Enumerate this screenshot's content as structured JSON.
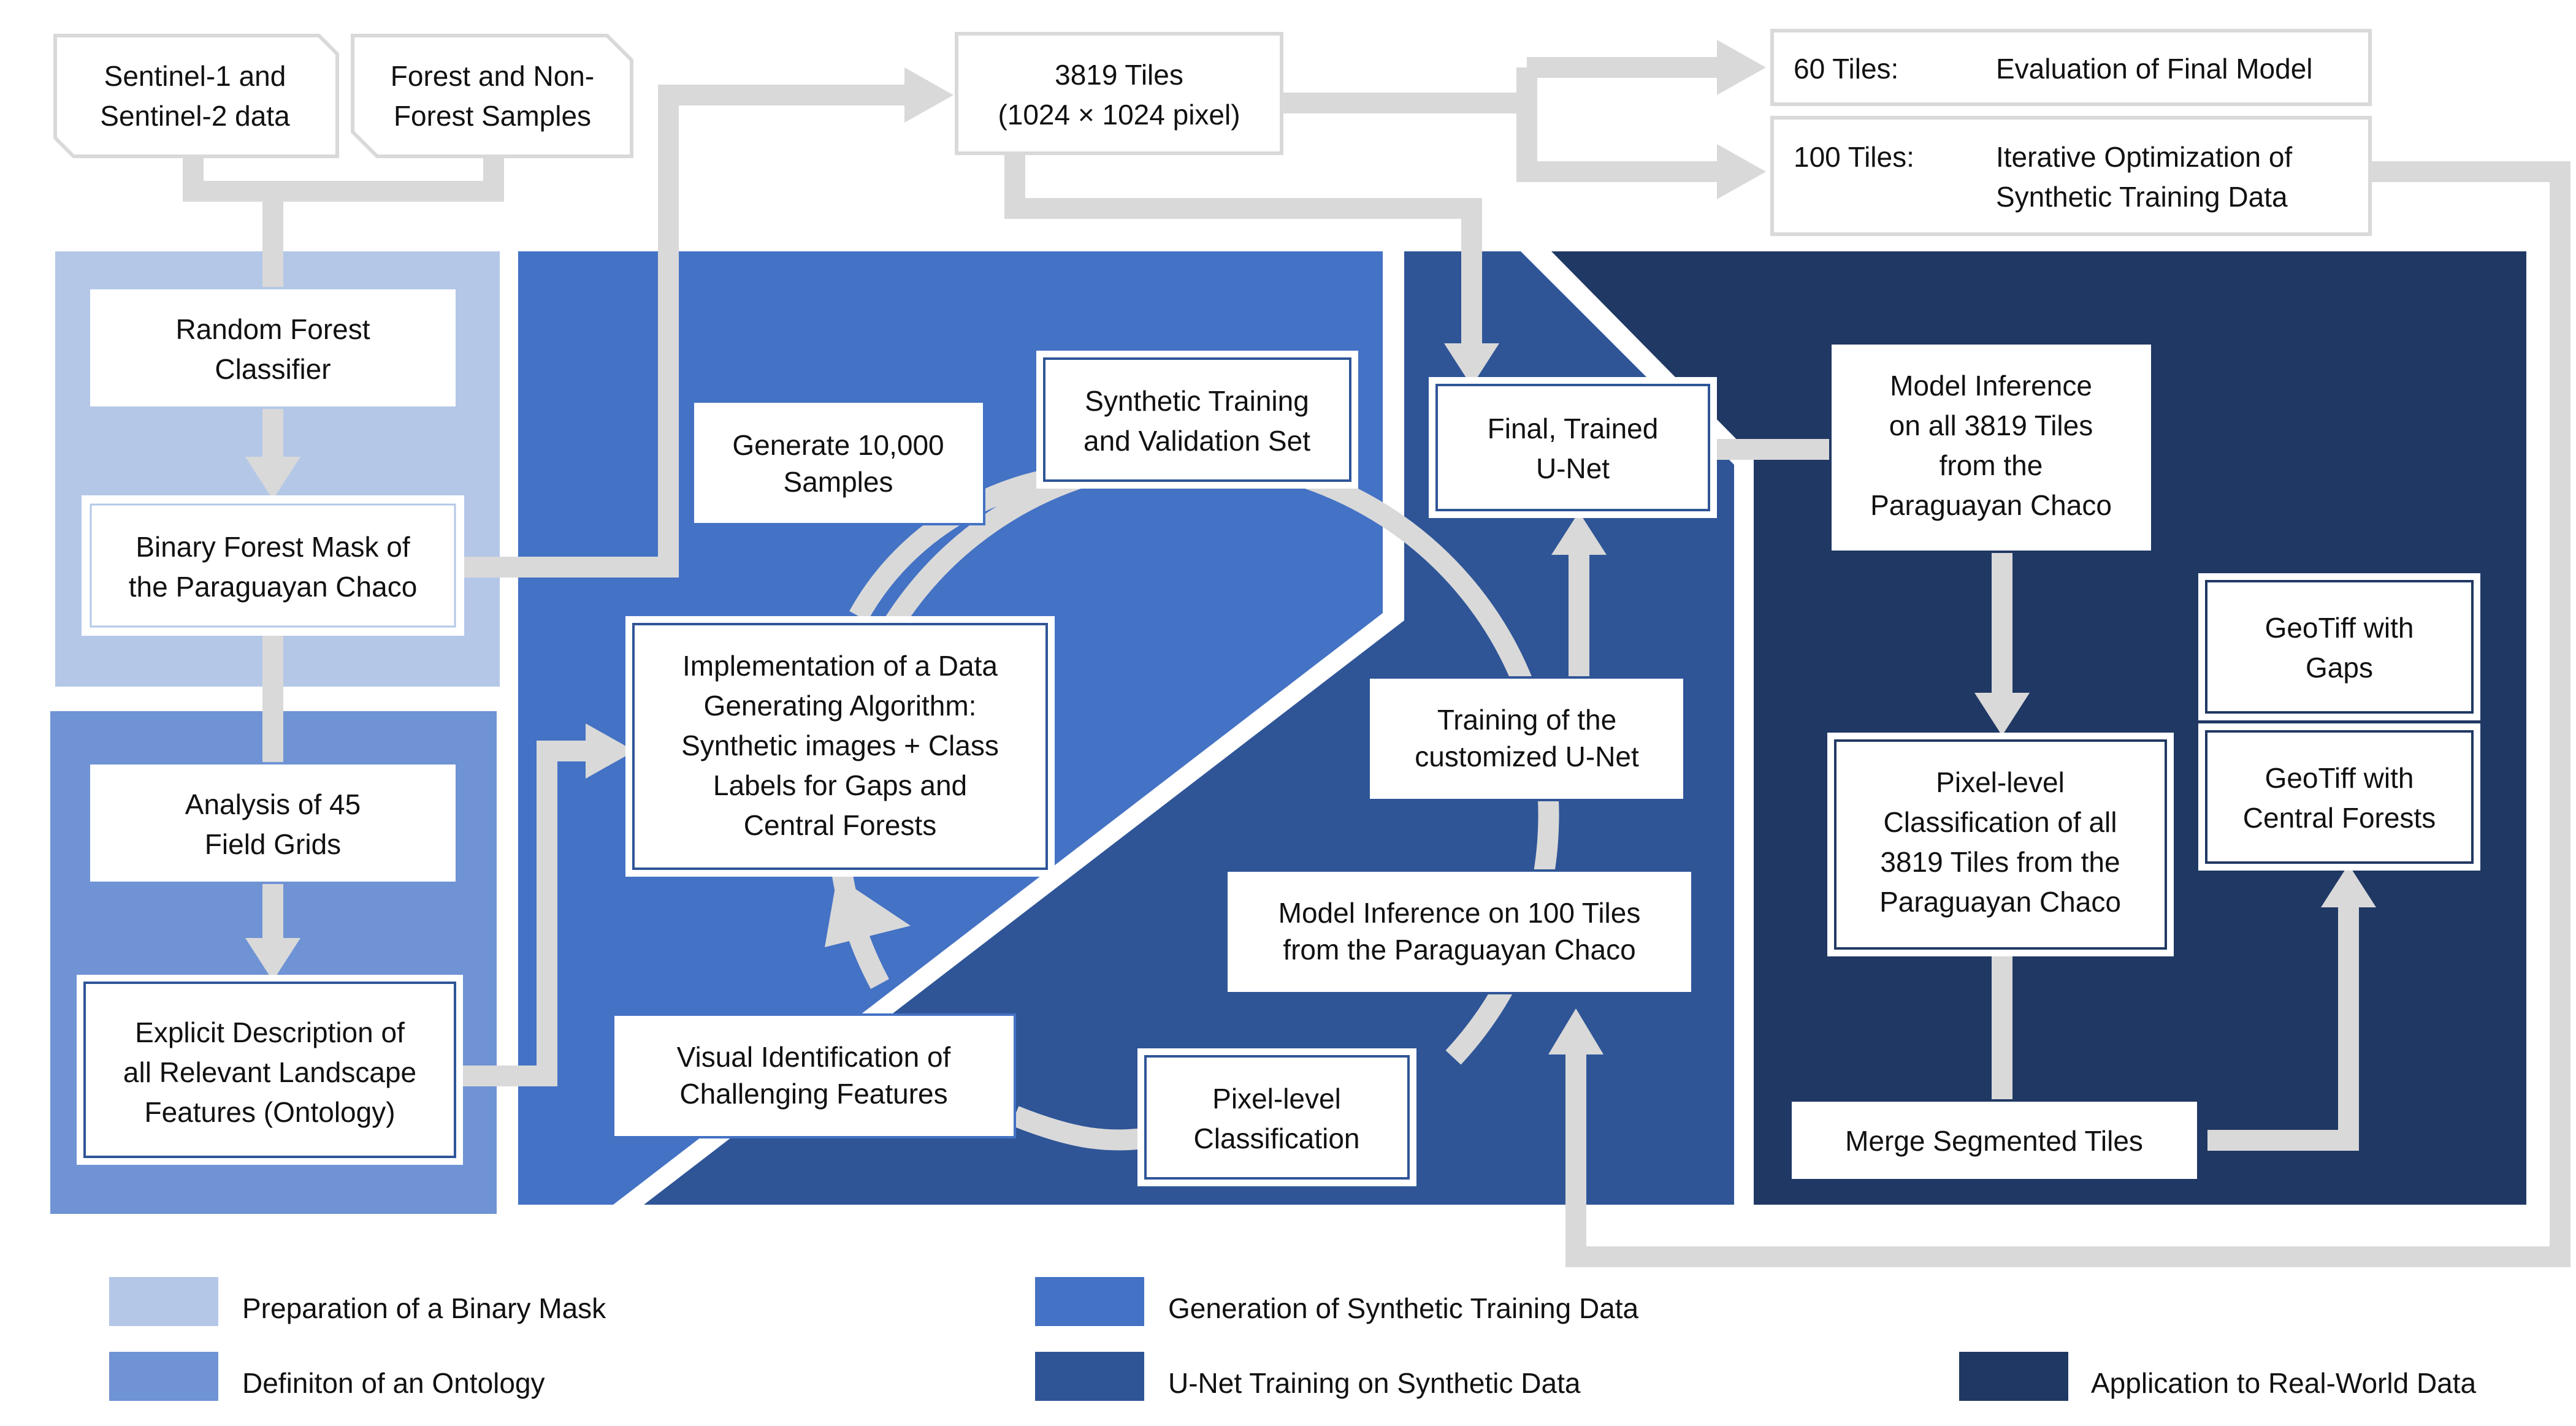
{
  "colors": {
    "prep": "#b4c7e7",
    "ontology": "#6f93d4",
    "generation": "#4472c4",
    "training": "#2f5597",
    "application": "#203864",
    "arrow": "#d9d9d9",
    "box_border": "#1f3864"
  },
  "inputs": {
    "sentinel": [
      "Sentinel-1 and",
      "Sentinel-2 data"
    ],
    "samples": [
      "Forest and Non-",
      "Forest Samples"
    ]
  },
  "tiles": {
    "total": [
      "3819 Tiles",
      "(1024 × 1024 pixel)"
    ],
    "eval_count": "60 Tiles:",
    "eval_desc": "Evaluation of Final Model",
    "opt_count": "100 Tiles:",
    "opt_desc": [
      "Iterative Optimization of",
      "Synthetic Training Data"
    ]
  },
  "nodes": {
    "random_forest": [
      "Random Forest",
      "Classifier"
    ],
    "binary_mask": [
      "Binary Forest Mask of",
      "the Paraguayan Chaco"
    ],
    "field_grids": [
      "Analysis of 45",
      "Field Grids"
    ],
    "explicit_description": [
      "Explicit Description of",
      "all Relevant Landscape",
      "Features (Ontology)"
    ],
    "generate_samples": [
      "Generate 10,000",
      "Samples"
    ],
    "synthetic_set": [
      "Synthetic Training",
      "and Validation Set"
    ],
    "algorithm": [
      "Implementation of a Data",
      "Generating Algorithm:",
      "Synthetic images + Class",
      "Labels for Gaps and",
      "Central Forests"
    ],
    "visual_identification": [
      "Visual Identification of",
      "Challenging Features"
    ],
    "pixel_classification": [
      "Pixel-level",
      "Classification"
    ],
    "final_unet": [
      "Final, Trained",
      "U-Net"
    ],
    "training_unet": [
      "Training of the",
      "customized U-Net"
    ],
    "inference_100": [
      "Model Inference on 100 Tiles",
      "from the Paraguayan Chaco"
    ],
    "inference_all": [
      "Model Inference",
      "on all 3819 Tiles",
      "from the",
      "Paraguayan Chaco"
    ],
    "pixel_all": [
      "Pixel-level",
      "Classification of all",
      "3819 Tiles from the",
      "Paraguayan Chaco"
    ],
    "geotiff_gaps": [
      "GeoTiff with",
      "Gaps"
    ],
    "geotiff_central": [
      "GeoTiff with",
      "Central Forests"
    ],
    "merge_tiles": [
      "Merge Segmented Tiles"
    ]
  },
  "legend": [
    {
      "label": "Preparation of a Binary Mask",
      "color": "#b4c7e7"
    },
    {
      "label": "Definiton of an Ontology",
      "color": "#6f93d4"
    },
    {
      "label": "Generation of Synthetic Training Data",
      "color": "#4472c4"
    },
    {
      "label": "U-Net Training on Synthetic Data",
      "color": "#2f5597"
    },
    {
      "label": "Application to Real-World Data",
      "color": "#203864"
    }
  ]
}
